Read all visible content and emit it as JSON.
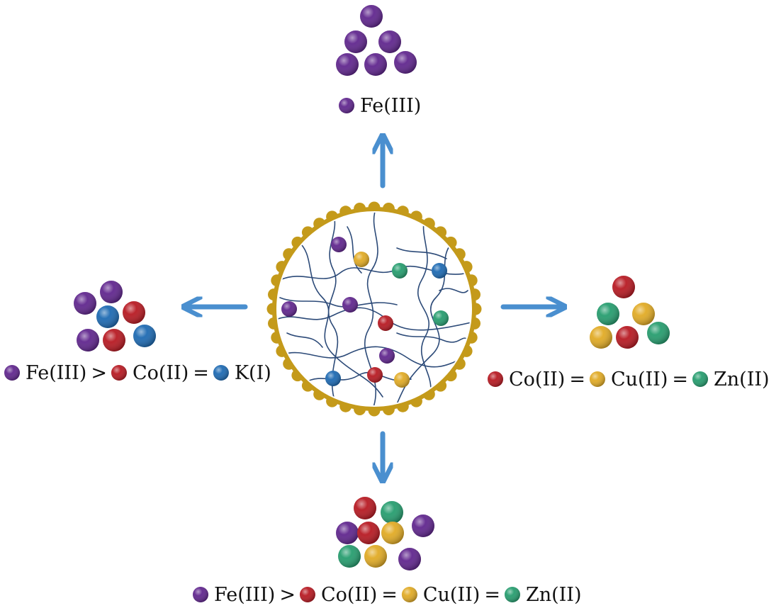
{
  "colors": {
    "Fe(III)": "#5b1f8a",
    "Co(II)": "#b5121b",
    "Cu(II)": "#e0a81e",
    "Zn(II)": "#1f9a6a",
    "K(I)": "#1665b0",
    "arrow": "#4a8fcf",
    "shell": "#c49a1a",
    "network": "#2c4a78"
  },
  "groups": {
    "top": {
      "ions": [
        "Fe(III)",
        "Fe(III)",
        "Fe(III)",
        "Fe(III)",
        "Fe(III)",
        "Fe(III)"
      ],
      "legend": [
        {
          "ion": "Fe(III)",
          "label": "Fe(III)",
          "sep": ""
        }
      ]
    },
    "left": {
      "ions": [
        "Fe(III)",
        "Fe(III)",
        "K(I)",
        "Co(II)",
        "Fe(III)",
        "Co(II)",
        "K(I)"
      ],
      "legend": [
        {
          "ion": "Fe(III)",
          "label": "Fe(III)",
          "sep": ">"
        },
        {
          "ion": "Co(II)",
          "label": "Co(II)",
          "sep": "="
        },
        {
          "ion": "K(I)",
          "label": "K(I)",
          "sep": ""
        }
      ]
    },
    "right": {
      "ions": [
        "Co(II)",
        "Zn(II)",
        "Cu(II)",
        "Cu(II)",
        "Co(II)",
        "Zn(II)"
      ],
      "legend": [
        {
          "ion": "Co(II)",
          "label": "Co(II)",
          "sep": "="
        },
        {
          "ion": "Cu(II)",
          "label": "Cu(II)",
          "sep": "="
        },
        {
          "ion": "Zn(II)",
          "label": "Zn(II)",
          "sep": ""
        }
      ]
    },
    "bottom": {
      "ions": [
        "Co(II)",
        "Zn(II)",
        "Fe(III)",
        "Co(II)",
        "Cu(II)",
        "Fe(III)",
        "Zn(II)",
        "Cu(II)",
        "Fe(III)"
      ],
      "legend": [
        {
          "ion": "Fe(III)",
          "label": "Fe(III)",
          "sep": ">"
        },
        {
          "ion": "Co(II)",
          "label": "Co(II)",
          "sep": "="
        },
        {
          "ion": "Cu(II)",
          "label": "Cu(II)",
          "sep": "="
        },
        {
          "ion": "Zn(II)",
          "label": "Zn(II)",
          "sep": ""
        }
      ]
    }
  },
  "particle_ions": [
    "Fe(III)",
    "Cu(II)",
    "Zn(II)",
    "K(I)",
    "Fe(III)",
    "Fe(III)",
    "Co(II)",
    "Zn(II)",
    "Fe(III)",
    "K(I)",
    "Co(II)",
    "Cu(II)"
  ]
}
